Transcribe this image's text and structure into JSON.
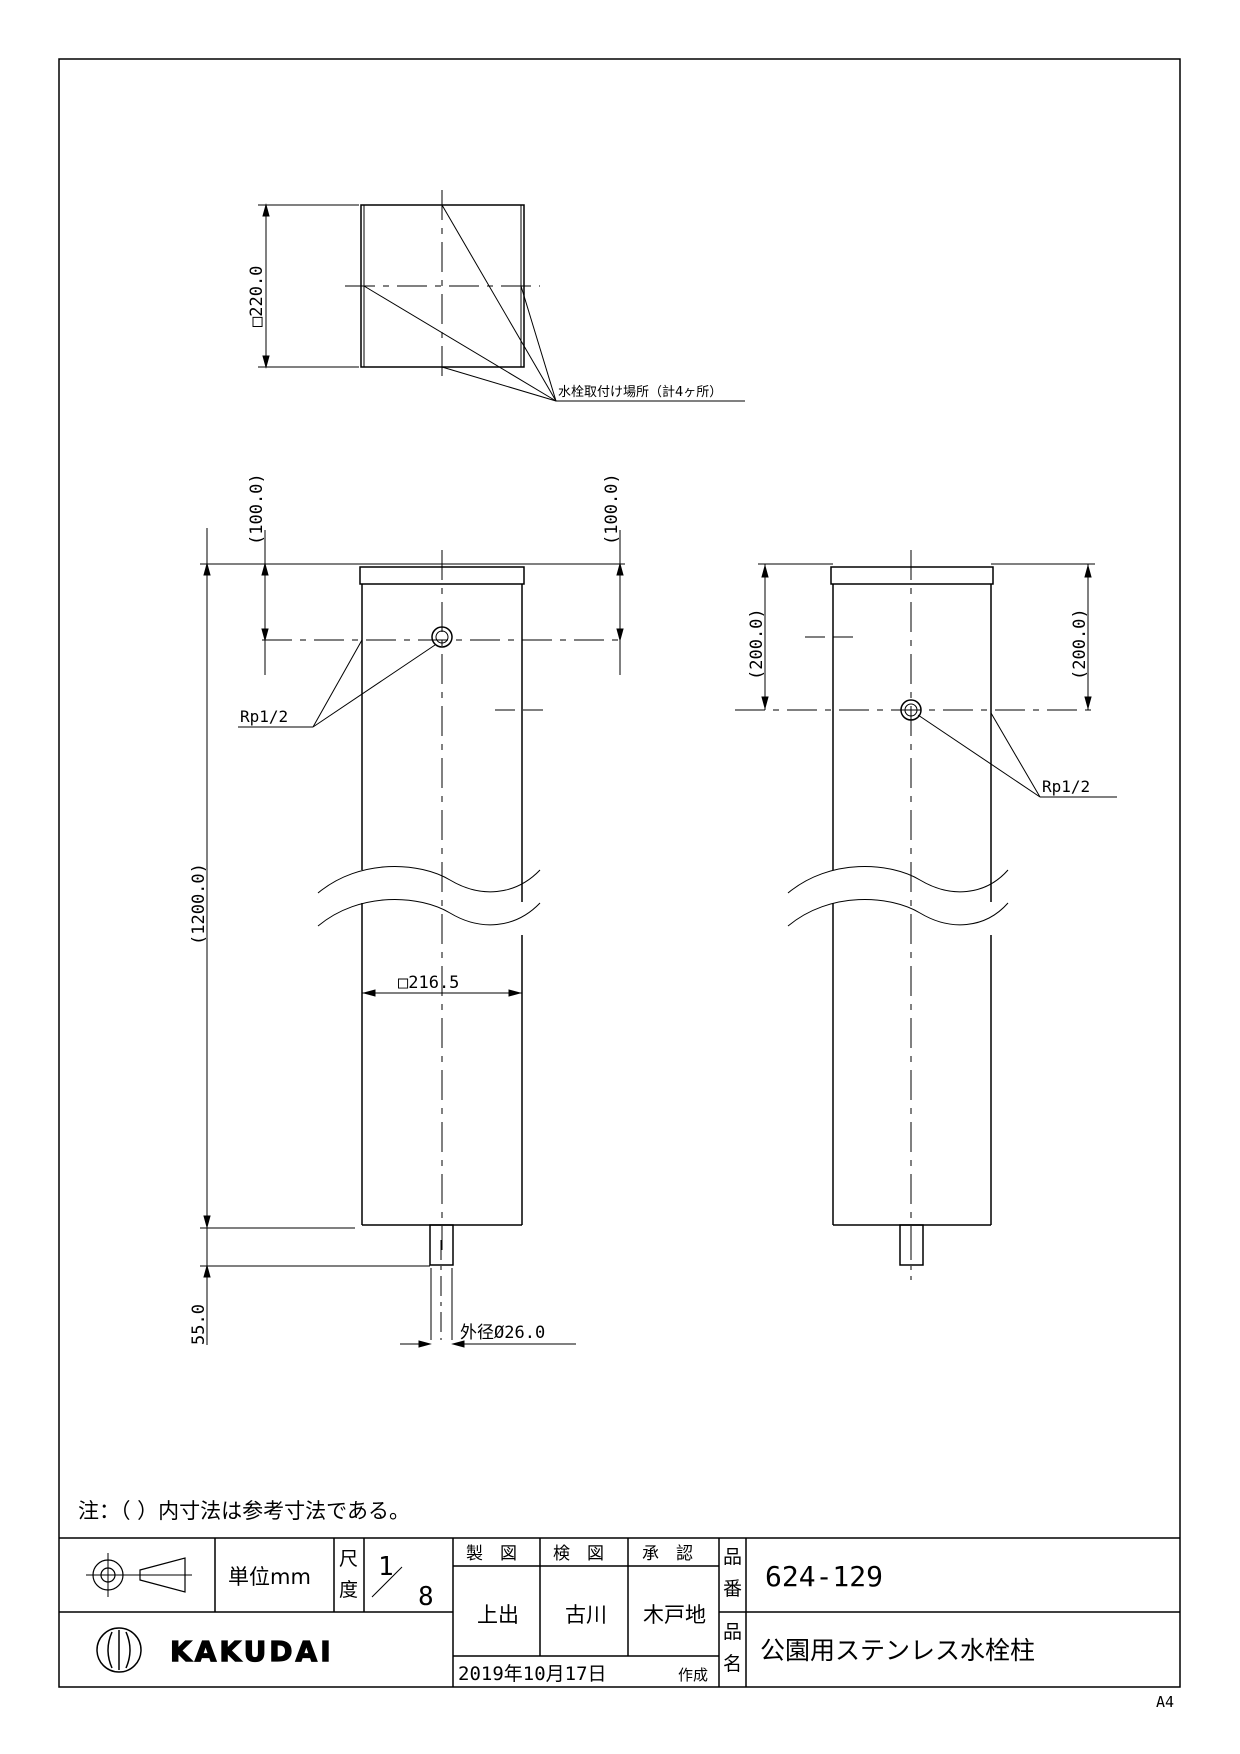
{
  "drawing": {
    "top_view": {
      "dim_square": "□220.0",
      "callout": "水栓取付け場所（計4ヶ所）"
    },
    "front_view": {
      "dim_top_left": "(100.0)",
      "dim_top_right": "(100.0)",
      "dim_height": "(1200.0)",
      "dim_width": "□216.5",
      "dim_pipe": "55.0",
      "dim_outer_diameter": "外径Ø26.0",
      "thread_label": "Rp1/2"
    },
    "side_view": {
      "dim_left": "(200.0)",
      "dim_right": "(200.0)",
      "thread_label": "Rp1/2"
    }
  },
  "note": "注：（ ）内寸法は参考寸法である。",
  "title_block": {
    "unit_label": "単位mm",
    "scale_label_1": "尺",
    "scale_label_2": "度",
    "scale_num": "1",
    "scale_den": "8",
    "headers": [
      "製　図",
      "検　図",
      "承　認"
    ],
    "names": [
      "上出",
      "古川",
      "木戸地"
    ],
    "date": "2019年10月17日",
    "date_suffix": "作成",
    "part_no_label_1": "品",
    "part_no_label_2": "番",
    "part_no": "624-129",
    "part_name_label_1": "品",
    "part_name_label_2": "名",
    "part_name": "公園用ステンレス水栓柱",
    "brand": "KAKUDAI"
  },
  "sheet_size": "A4"
}
